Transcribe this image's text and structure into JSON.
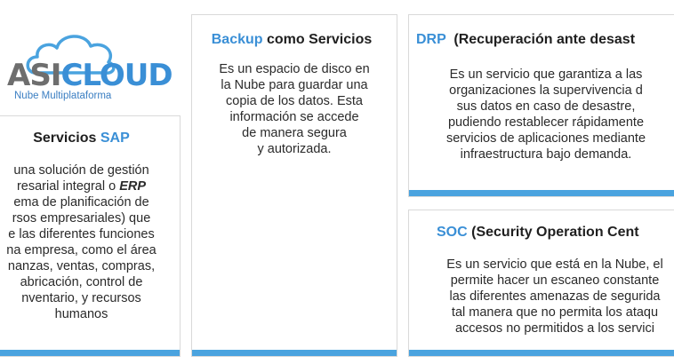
{
  "logo": {
    "word": "ASICLOUD",
    "tagline": "Nube Multiplataforma"
  },
  "colors": {
    "accent": "#3a8fd6",
    "bar": "#4aa3df",
    "border": "#d9d9d9"
  },
  "cards": {
    "sap": {
      "title_prefix": "Servicios ",
      "title_highlight": "SAP",
      "text_before": "una solución de gestión\nresarial integral o ",
      "text_emph": "ERP",
      "text_after": "\nema de planificación de\nrsos empresariales) que\ne las diferentes funciones\nna empresa, como el área\nnanzas, ventas, compras,\nabricación, control de\nnventario, y recursos\nhumanos"
    },
    "backup": {
      "title_highlight": "Backup",
      "title_suffix": " como Servicios",
      "text": "Es un espacio de disco en\nla Nube para guardar una\ncopia de los datos. Esta\ninformación se accede\nde manera segura\ny autorizada."
    },
    "drp": {
      "title_highlight": "DRP",
      "title_suffix": "  (Recuperación ante desast",
      "text": "Es un servicio que garantiza a las\norganizaciones la supervivencia d\nsus datos en caso de desastre,\npudiendo restablecer rápidamente\nservicios de aplicaciones mediante\ninfraestructura bajo demanda."
    },
    "soc": {
      "title_highlight": "SOC",
      "title_suffix": " (Security Operation Cent",
      "text": "Es un servicio que está en la Nube, el\npermite hacer un escaneo constante\nlas diferentes amenazas de segurida\ntal manera que no permita los ataqu\naccesos no permitidos a los servici"
    }
  }
}
